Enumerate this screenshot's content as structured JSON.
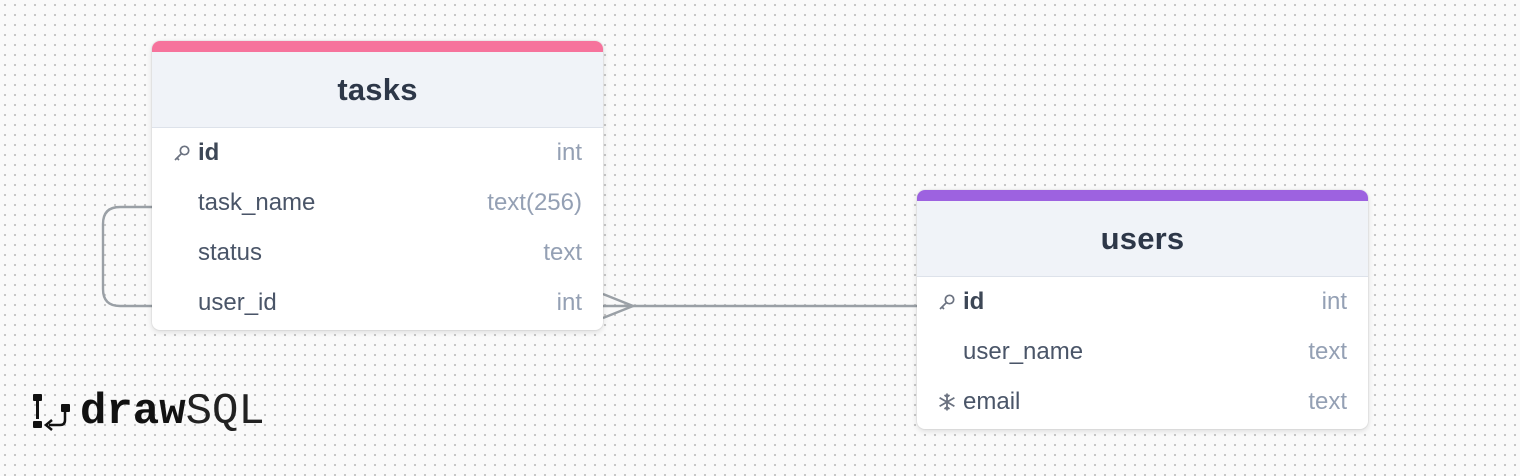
{
  "tables": [
    {
      "name": "tasks",
      "accent_color": "#f6739c",
      "columns": [
        {
          "name": "id",
          "type": "int",
          "icon": "key-icon",
          "primary": true
        },
        {
          "name": "task_name",
          "type": "text(256)",
          "icon": "",
          "primary": false
        },
        {
          "name": "status",
          "type": "text",
          "icon": "",
          "primary": false
        },
        {
          "name": "user_id",
          "type": "int",
          "icon": "",
          "primary": false
        }
      ]
    },
    {
      "name": "users",
      "accent_color": "#9d62e0",
      "columns": [
        {
          "name": "id",
          "type": "int",
          "icon": "key-icon",
          "primary": true
        },
        {
          "name": "user_name",
          "type": "text",
          "icon": "",
          "primary": false
        },
        {
          "name": "email",
          "type": "text",
          "icon": "snowflake-icon",
          "primary": false
        }
      ]
    }
  ],
  "relations": [
    {
      "from": "tasks.user_id",
      "to": "users.id",
      "type": "many-to-one"
    },
    {
      "from": "tasks.user_id",
      "to": "tasks.task_name",
      "type": "self-reference"
    }
  ],
  "logo": {
    "part1": "draw",
    "part2": "SQL"
  },
  "colors": {
    "connector": "#9aa0a6",
    "background": "#fafafa",
    "grid_dot": "#c4c4c4"
  }
}
